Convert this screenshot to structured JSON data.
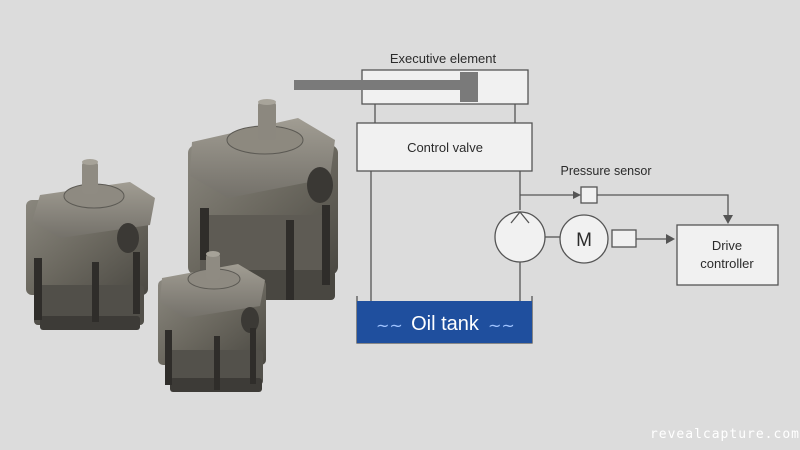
{
  "diagram": {
    "labels": {
      "executive_element": "Executive element",
      "control_valve": "Control valve",
      "pressure_sensor": "Pressure sensor",
      "motor_symbol": "M",
      "drive_controller_line1": "Drive",
      "drive_controller_line2": "controller",
      "oil_tank": "Oil tank",
      "oil_wave_left": "~~",
      "oil_wave_right": "~~"
    },
    "colors": {
      "background": "#dcdcdc",
      "oil_tank_fill": "#1f4f9e",
      "pump_metal": "#6d6a62",
      "lines": "#555555"
    },
    "pumps": [
      {
        "name": "small-gear-pump"
      },
      {
        "name": "large-gear-pump"
      },
      {
        "name": "front-gear-pump"
      }
    ]
  },
  "watermark": "revealcapture.com"
}
